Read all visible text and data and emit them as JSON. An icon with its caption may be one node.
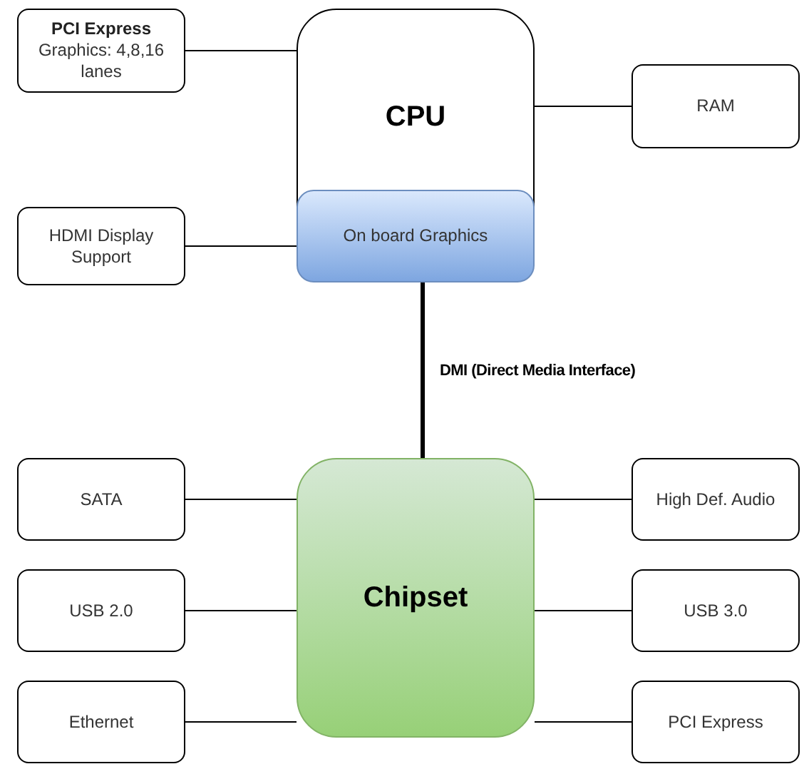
{
  "diagram": {
    "nodes": [
      {
        "text": [
          "PCI Express",
          "Graphics: 4,8,16 lanes"
        ]
      },
      {
        "text": [
          "CPU"
        ]
      },
      {
        "text": [
          "On board Graphics"
        ],
        "in": 1
      },
      {
        "text": [
          "RAM"
        ]
      },
      {
        "text": [
          "HDMI Display Support"
        ]
      },
      {
        "text": [
          "Chipset"
        ]
      },
      {
        "text": [
          "SATA"
        ]
      },
      {
        "text": [
          "High Def. Audio"
        ]
      },
      {
        "text": [
          "USB 2.0"
        ]
      },
      {
        "text": [
          "USB 3.0"
        ]
      },
      {
        "text": [
          "Ethernet"
        ]
      },
      {
        "text": [
          "PCI Express"
        ]
      }
    ],
    "edges": [
      {
        "from": 0,
        "to": 1,
        "arrow": "none"
      },
      {
        "from": 1,
        "to": 3,
        "arrow": "none"
      },
      {
        "from": 4,
        "to": 2,
        "arrow": "none"
      },
      {
        "from": 2,
        "to": 5,
        "arrow": "none",
        "label": "DMI (Direct Media Interface)",
        "style": "thick"
      },
      {
        "from": 6,
        "to": 5,
        "arrow": "none"
      },
      {
        "from": 5,
        "to": 7,
        "arrow": "none"
      },
      {
        "from": 8,
        "to": 5,
        "arrow": "none"
      },
      {
        "from": 5,
        "to": 9,
        "arrow": "none"
      },
      {
        "from": 10,
        "to": 5,
        "arrow": "none"
      },
      {
        "from": 5,
        "to": 11,
        "arrow": "none"
      }
    ]
  }
}
